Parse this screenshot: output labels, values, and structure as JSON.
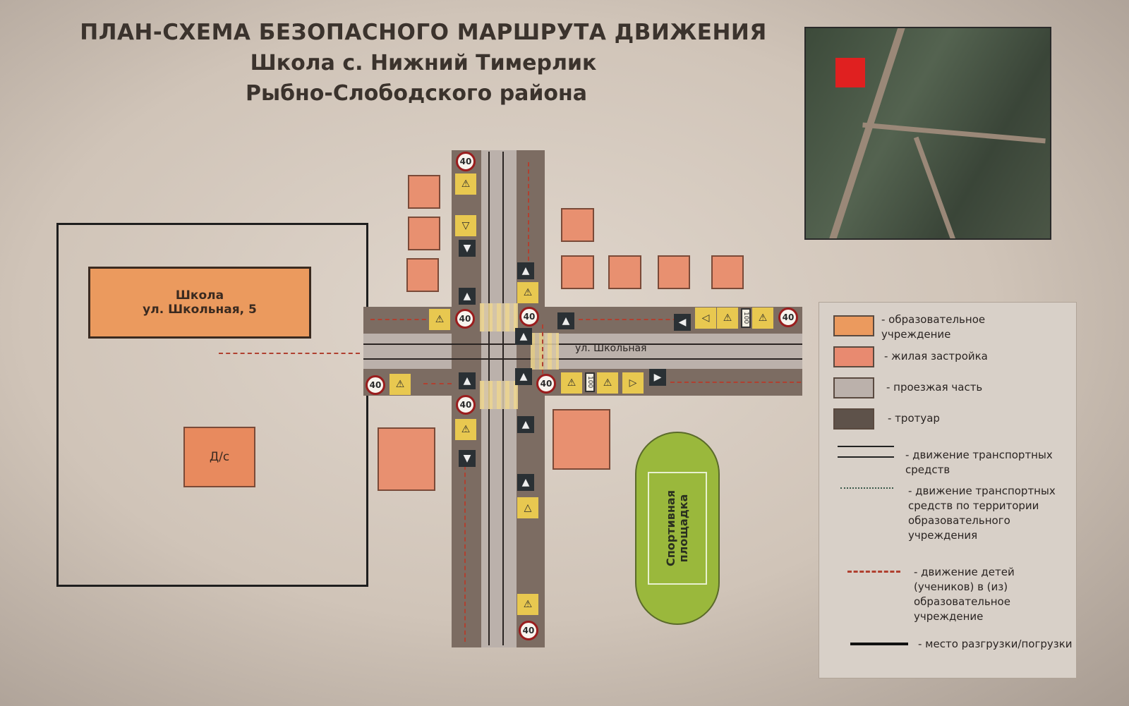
{
  "title": {
    "line1": "ПЛАН-СХЕМА БЕЗОПАСНОГО МАРШРУТА ДВИЖЕНИЯ",
    "line2": "Школа с. Нижний Тимерлик",
    "line3": "Рыбно-Слободского района"
  },
  "school": {
    "name": "Школа",
    "address": "ул. Школьная, 5"
  },
  "kindergarten": "Д/с",
  "street": "ул. Школьная",
  "sport_field": {
    "line1": "Спортивная",
    "line2": "площадка"
  },
  "signs": {
    "speed": "40",
    "plate": "100"
  },
  "legend": {
    "education": "- образовательное учреждение",
    "residential": "- жилая застройка",
    "roadway": "- проезжая часть",
    "sidewalk": "- тротуар",
    "traffic": "- движение транспортных средств",
    "traffic_territory": "- движение транспортных средств по территории образовательного учреждения",
    "children": "- движение детей (учеников) в (из) образовательное учреждение",
    "loading": "- место разгрузки/погрузки"
  },
  "colors": {
    "education": "#eb9a5e",
    "residential": "#e89070",
    "roadway": "#bbb1ab",
    "sidewalk": "#7c6c62",
    "route": "#b04030"
  }
}
